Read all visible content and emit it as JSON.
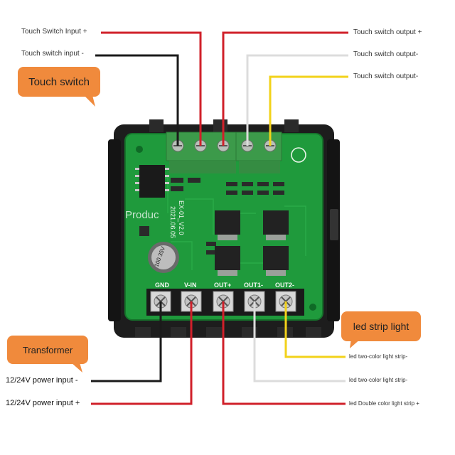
{
  "labels": {
    "touch_in_plus": "Touch Switch Input +",
    "touch_in_minus": "Touch switch input  -",
    "touch_out_plus": "Touch switch output +",
    "touch_out_minus_1": "Touch switch output-",
    "touch_out_minus_2": "Touch switch output-",
    "led_minus_1": "led two-color light strip-",
    "led_minus_2": "led two-color light strip-",
    "led_plus": "led Double color light strip +",
    "power_minus": "12/24V power input -",
    "power_plus": "12/24V power input +"
  },
  "callouts": {
    "touch_switch": "Touch switch",
    "led_strip": "led strip light",
    "transformer": "Transformer"
  },
  "board": {
    "terminals": [
      "GND",
      "V-IN",
      "OUT+",
      "OUT1-",
      "OUT2-"
    ],
    "model_text": "EX-01_V2.0",
    "date_text": "2021.06.05",
    "capacitor_text": "100 35V",
    "watermark": "Produc"
  },
  "colors": {
    "red": "#d0202a",
    "black": "#1a1a1a",
    "white_wire": "#dcdcdc",
    "yellow": "#f2d21a",
    "pcb_green": "#1f9a3c",
    "terminal_green": "#3c9a4a",
    "callout_orange": "#f08a3c"
  }
}
